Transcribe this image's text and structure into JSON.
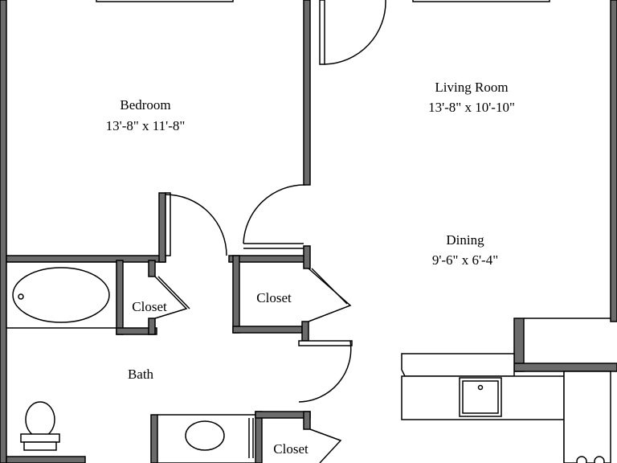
{
  "rooms": {
    "bedroom": {
      "name": "Bedroom",
      "dimensions": "13'-8\" x 11'-8\""
    },
    "living_room": {
      "name": "Living Room",
      "dimensions": "13'-8\" x 10'-10\""
    },
    "dining": {
      "name": "Dining",
      "dimensions": "9'-6\" x 6'-4\""
    },
    "bath": {
      "name": "Bath"
    },
    "closet_bath": {
      "name": "Closet"
    },
    "closet_center": {
      "name": "Closet"
    },
    "closet_bottom": {
      "name": "Closet"
    }
  },
  "colors": {
    "wall": "#6b6b6b",
    "line": "#000000",
    "background": "#ffffff"
  }
}
